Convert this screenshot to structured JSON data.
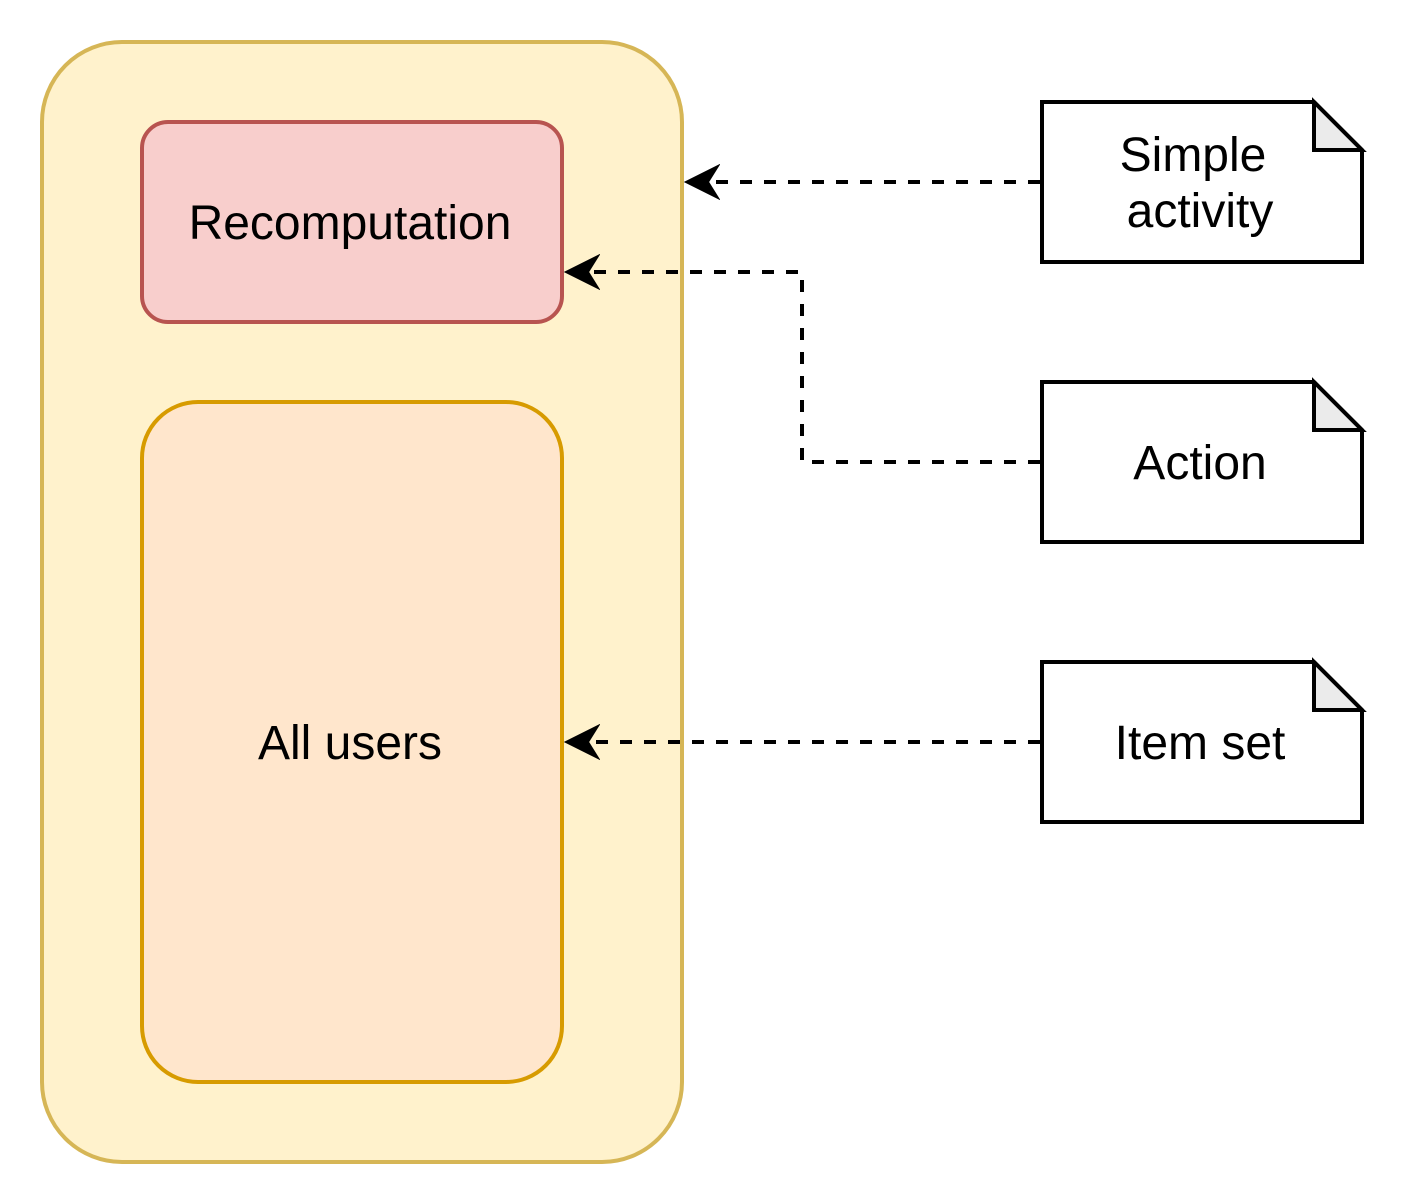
{
  "diagram": {
    "container": {
      "fill": "#fff2cc",
      "stroke": "#d6b656"
    },
    "nodes": {
      "recomputation": {
        "label": "Recomputation",
        "fill": "#f8cecc",
        "stroke": "#b85450"
      },
      "all_users": {
        "label": "All users",
        "fill": "#ffe6cc",
        "stroke": "#d79b00"
      },
      "simple_activity": {
        "label_line1": "Simple",
        "label_line2": "activity",
        "shape": "note"
      },
      "action": {
        "label": "Action",
        "shape": "note"
      },
      "item_set": {
        "label": "Item set",
        "shape": "note"
      }
    },
    "edges": [
      {
        "from": "Simple activity",
        "to": "container",
        "style": "dashed"
      },
      {
        "from": "Action",
        "to": "Recomputation",
        "style": "dashed"
      },
      {
        "from": "Item set",
        "to": "All users",
        "style": "dashed"
      }
    ]
  }
}
